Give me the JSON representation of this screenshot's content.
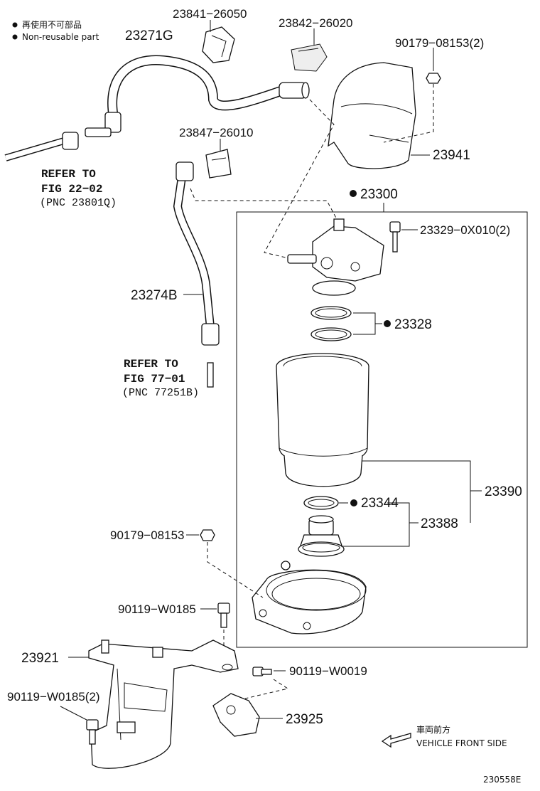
{
  "legend": {
    "reuse_jp": "再使用不可部品",
    "reuse_en": "Non-reusable part"
  },
  "parts": {
    "p23841": "23841−26050",
    "p23842": "23842−26020",
    "p23271": "23271G",
    "p90179_2": "90179−08153(2)",
    "p23941": "23941",
    "p23847": "23847−26010",
    "p23300": "23300",
    "p23329": "23329−0X010(2)",
    "p23274": "23274B",
    "p23328": "23328",
    "p23390": "23390",
    "p23344": "23344",
    "p23388": "23388",
    "p90179": "90179−08153",
    "p90119a": "90119−W0185",
    "p23921": "23921",
    "p90119b": "90119−W0019",
    "p90119c": "90119−W0185(2)",
    "p23925": "23925"
  },
  "refs": {
    "ref1_line1": "REFER TO",
    "ref1_line2": "FIG 22−02",
    "ref1_line3": "(PNC 23801Q)",
    "ref2_line1": "REFER TO",
    "ref2_line2": "FIG 77−01",
    "ref2_line3": "(PNC 77251B)"
  },
  "direction": {
    "jp": "車両前方",
    "en": "VEHICLE FRONT SIDE"
  },
  "figure_id": "230558E"
}
